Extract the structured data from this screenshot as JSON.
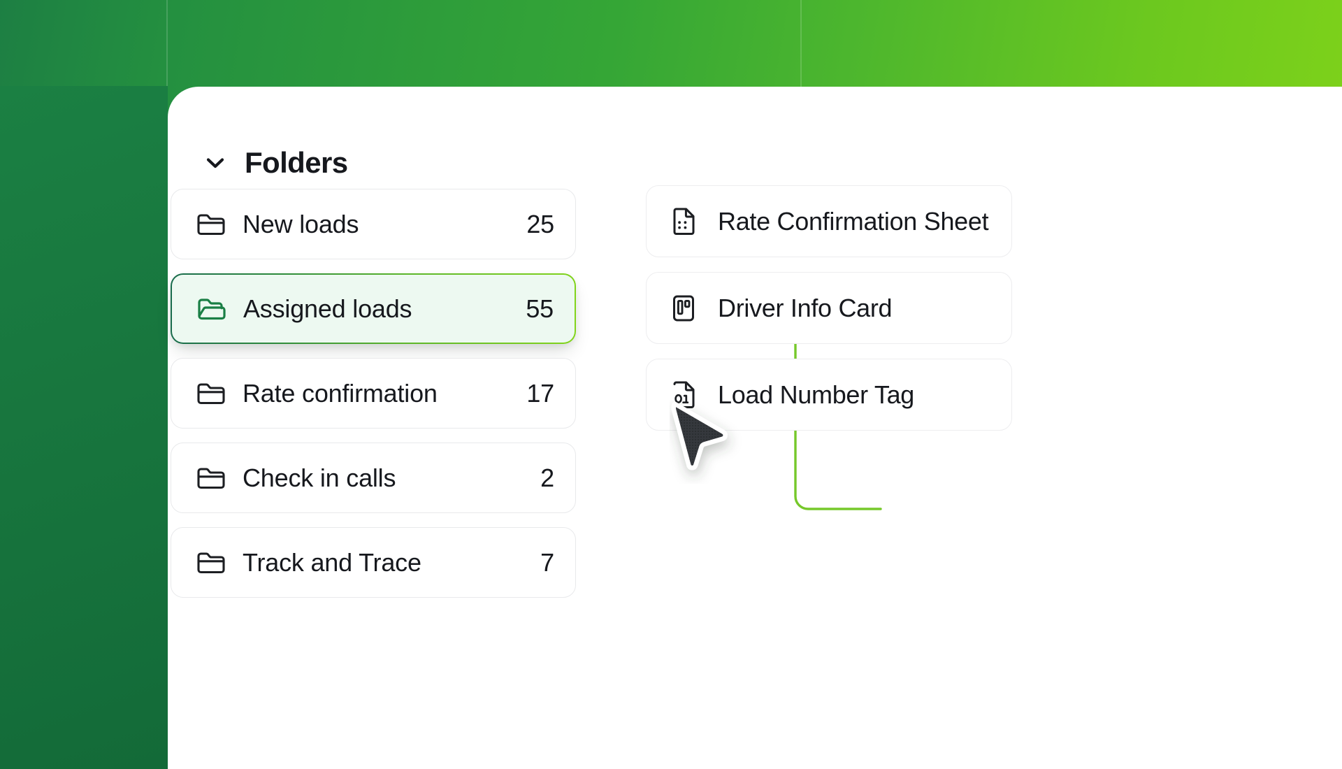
{
  "theme": {
    "background_gradient_from": "#1d7f43",
    "background_gradient_to": "#86d618",
    "panel_background": "#ffffff",
    "selected_row_fill": "#edf9f1",
    "selected_border_from": "#186b4c",
    "selected_border_to": "#82d41b",
    "connector_color": "#76c82a",
    "text_color": "#16181d",
    "card_border": "#e8e9eb",
    "folder_icon_selected_color": "#1a7f45"
  },
  "panel": {
    "header": {
      "title": "Folders",
      "chevron_icon": "chevron-down-icon",
      "expanded": true
    }
  },
  "folders": [
    {
      "label": "New loads",
      "count": "25",
      "icon": "folder-closed-icon",
      "selected": false
    },
    {
      "label": "Assigned loads",
      "count": "55",
      "icon": "folder-open-icon",
      "selected": true
    },
    {
      "label": "Rate confirmation",
      "count": "17",
      "icon": "folder-closed-icon",
      "selected": false
    },
    {
      "label": "Check in calls",
      "count": "2",
      "icon": "folder-closed-icon",
      "selected": false
    },
    {
      "label": "Track and Trace",
      "count": "7",
      "icon": "folder-closed-icon",
      "selected": false
    }
  ],
  "documents": [
    {
      "label": "Rate Confirmation Sheet",
      "icon": "document-dots-icon"
    },
    {
      "label": "Driver Info Card",
      "icon": "card-columns-icon"
    },
    {
      "label": "Load Number Tag",
      "icon": "document-binary-icon"
    }
  ],
  "cursor": {
    "icon": "mouse-pointer-icon"
  }
}
